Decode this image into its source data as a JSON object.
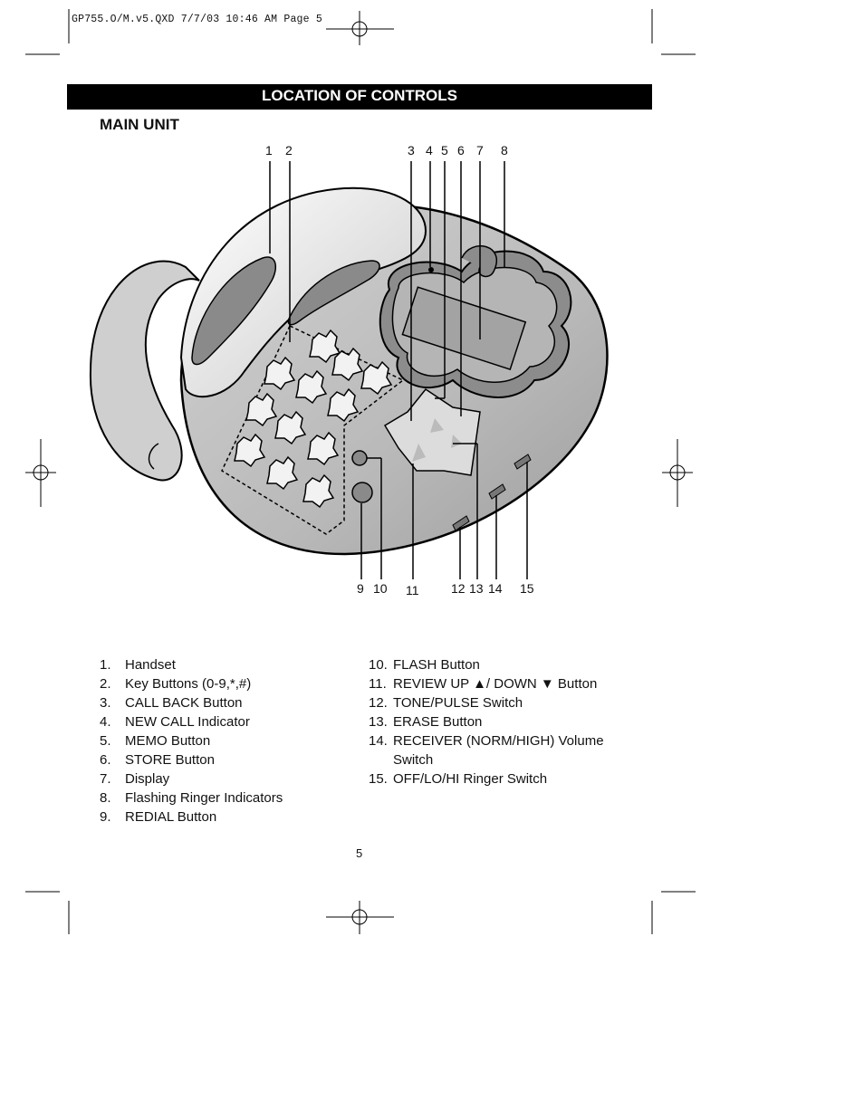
{
  "header": {
    "slug": "GP755.O/M.v5.QXD  7/7/03  10:46 AM  Page 5",
    "section_title": "LOCATION OF CONTROLS",
    "subtitle": "MAIN UNIT"
  },
  "callouts": {
    "top": [
      "1",
      "2",
      "3",
      "4",
      "5",
      "6",
      "7",
      "8"
    ],
    "bottom": [
      "9",
      "10",
      "11",
      "12",
      "13",
      "14",
      "15"
    ]
  },
  "legend_left": [
    {
      "num": "1.",
      "label": "Handset"
    },
    {
      "num": "2.",
      "label": "Key Buttons (0-9,*,#)"
    },
    {
      "num": "3.",
      "label": "CALL BACK Button"
    },
    {
      "num": "4.",
      "label": "NEW CALL Indicator"
    },
    {
      "num": "5.",
      "label": "MEMO Button"
    },
    {
      "num": "6.",
      "label": "STORE Button"
    },
    {
      "num": "7.",
      "label": "Display"
    },
    {
      "num": "8.",
      "label": "Flashing Ringer Indicators"
    },
    {
      "num": "9.",
      "label": "REDIAL Button"
    }
  ],
  "legend_right": [
    {
      "num": "10.",
      "label": "FLASH Button"
    },
    {
      "num": "11.",
      "label": "REVIEW UP ▲/ DOWN ▼ Button"
    },
    {
      "num": "12.",
      "label": "TONE/PULSE Switch"
    },
    {
      "num": "13.",
      "label": "ERASE Button"
    },
    {
      "num": "14.",
      "label": "RECEIVER (NORM/HIGH) Volume Switch"
    },
    {
      "num": "15.",
      "label": "OFF/LO/HI Ringer Switch"
    }
  ],
  "footer": {
    "page_number": "5"
  }
}
